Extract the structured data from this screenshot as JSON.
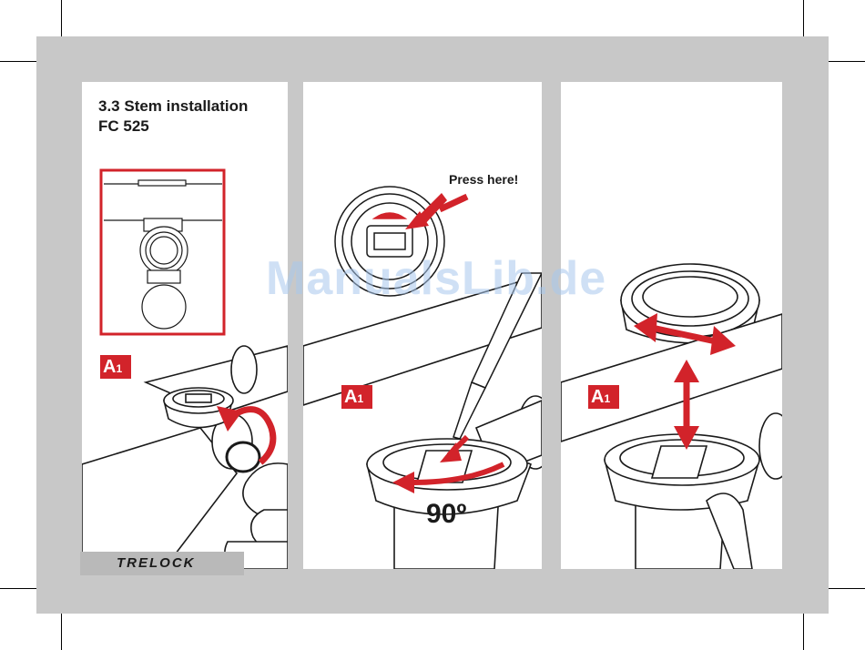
{
  "section": {
    "heading": "3.3 Stem installation",
    "model": "FC 525"
  },
  "badge": {
    "letter": "A",
    "number": "1"
  },
  "callouts": {
    "press_here": "Press here!",
    "rotation_angle": "90º"
  },
  "brand": {
    "logo_text": "TRELOCK"
  },
  "watermark": {
    "text": "ManualsLib.de"
  },
  "colors": {
    "accent_red": "#d2232a",
    "frame_gray": "#c8c8c8",
    "panel_white": "#ffffff",
    "line_dark": "#1a1a1a"
  }
}
